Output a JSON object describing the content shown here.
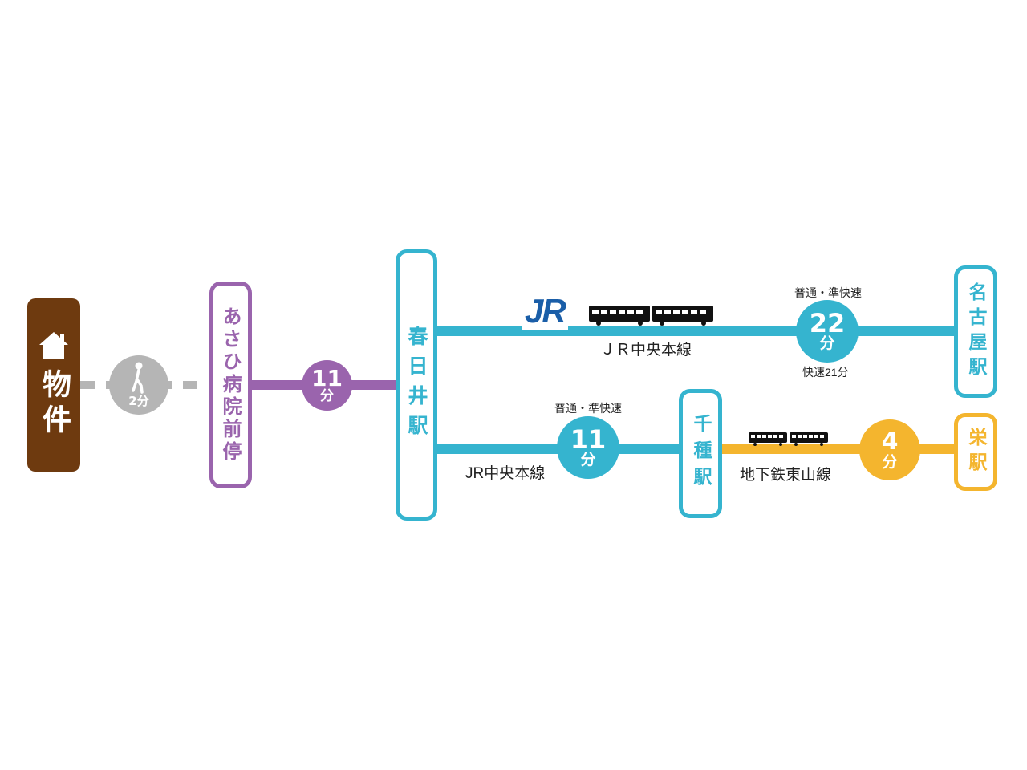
{
  "colors": {
    "property": "#6e3a0f",
    "walk": "#b5b5b5",
    "bus": "#9a64ad",
    "jr": "#35b4cf",
    "subway": "#f4b52e",
    "jr_logo": "#1a5ea8",
    "train": "#111111"
  },
  "property": {
    "label": "物件",
    "icon": "house-icon"
  },
  "walk": {
    "minutes": "2分",
    "icon": "walking-person-icon"
  },
  "bus_stop": {
    "name": "あさひ病院前停"
  },
  "bus": {
    "minutes": "11",
    "unit": "分"
  },
  "kasugai": {
    "name": "春日井駅"
  },
  "jr_upper": {
    "logo": "JR",
    "line_name": "ＪＲ中央本線",
    "note_top": "普通・準快速",
    "minutes": "22",
    "unit": "分",
    "note_bottom": "快速21分",
    "icon": "train-icon"
  },
  "nagoya": {
    "name": "名古屋駅"
  },
  "jr_lower": {
    "line_name": "JR中央本線",
    "note_top": "普通・準快速",
    "minutes": "11",
    "unit": "分"
  },
  "chikusa": {
    "name": "千種駅"
  },
  "subway": {
    "line_name": "地下鉄東山線",
    "minutes": "4",
    "unit": "分",
    "icon": "train-icon"
  },
  "sakae": {
    "name": "栄駅"
  }
}
